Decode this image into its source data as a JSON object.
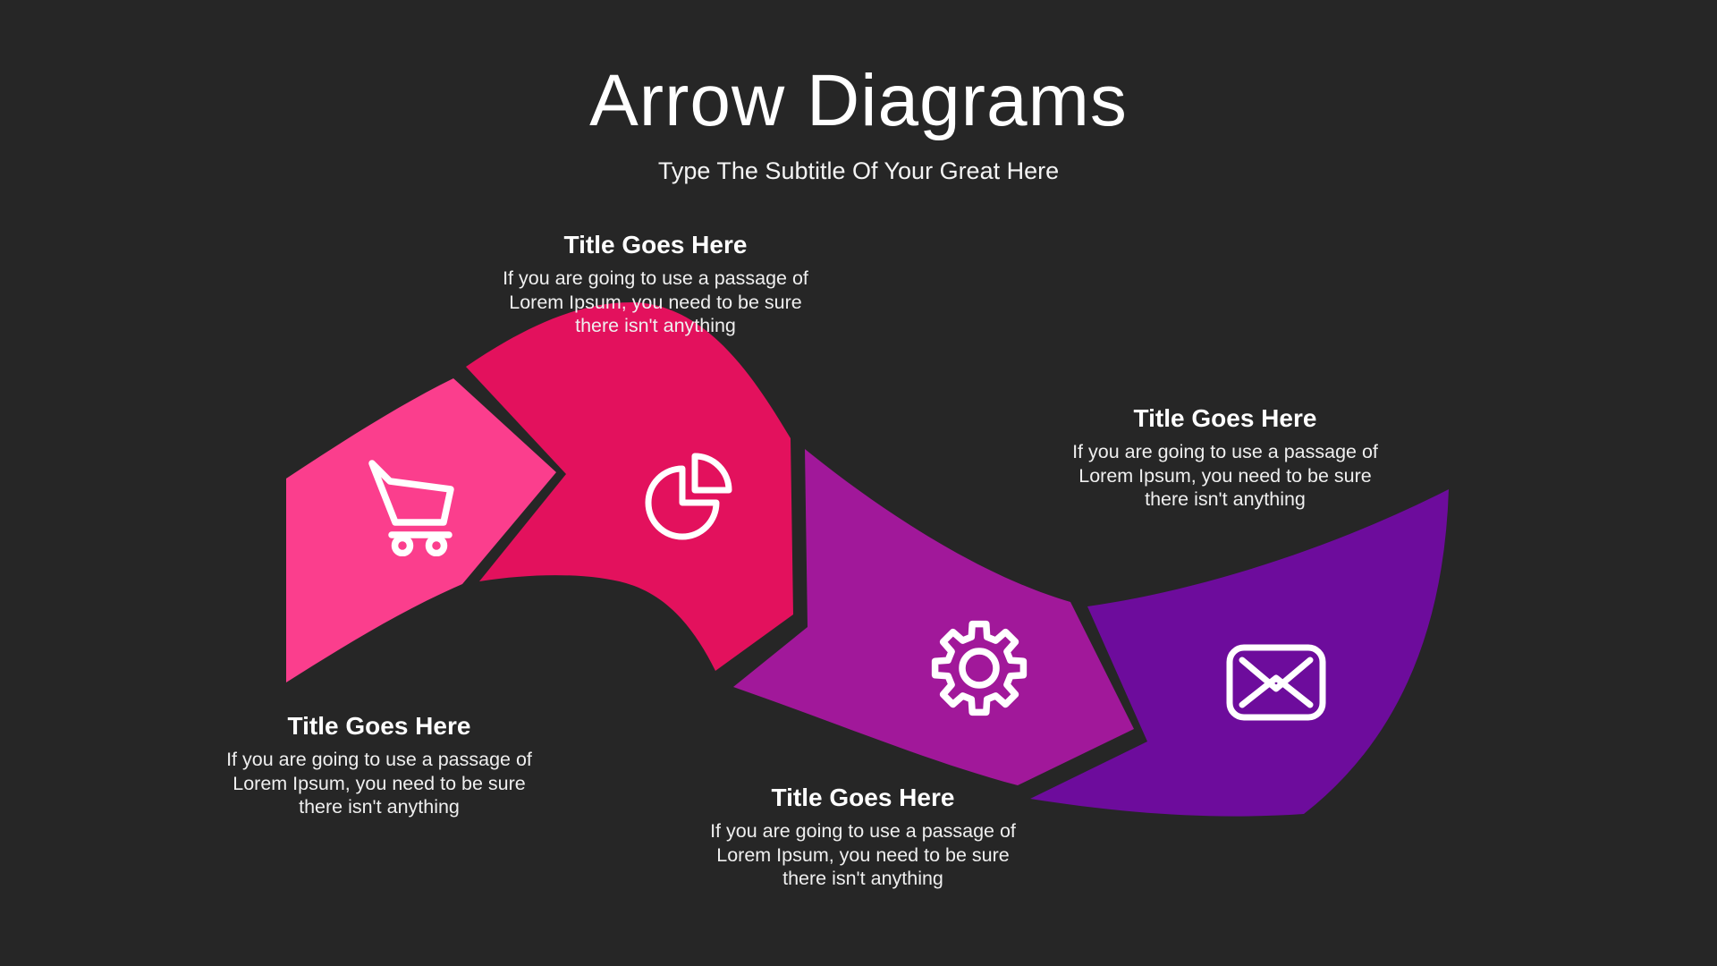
{
  "slide": {
    "background_color": "#262626",
    "text_color": "#ffffff"
  },
  "header": {
    "title": "Arrow Diagrams",
    "subtitle": "Type The Subtitle Of Your Great Here"
  },
  "steps": [
    {
      "title": "Title Goes Here",
      "description": "If you are going to use a passage of\nLorem Ipsum, you need to be sure\nthere isn't anything",
      "icon": "shopping-cart-icon",
      "color": "#FB3E8D"
    },
    {
      "title": "Title Goes Here",
      "description": "If you are going to use a passage of\nLorem Ipsum, you need to be sure\nthere isn't anything",
      "icon": "pie-chart-icon",
      "color": "#E3115D"
    },
    {
      "title": "Title Goes Here",
      "description": "If you are going to use a passage of\nLorem Ipsum, you need to be sure\nthere isn't anything",
      "icon": "gear-icon",
      "color": "#A1189A"
    },
    {
      "title": "Title Goes Here",
      "description": "If you are going to use a passage of\nLorem Ipsum, you need to be sure\nthere isn't anything",
      "icon": "envelope-icon",
      "color": "#6D0C9C"
    }
  ]
}
